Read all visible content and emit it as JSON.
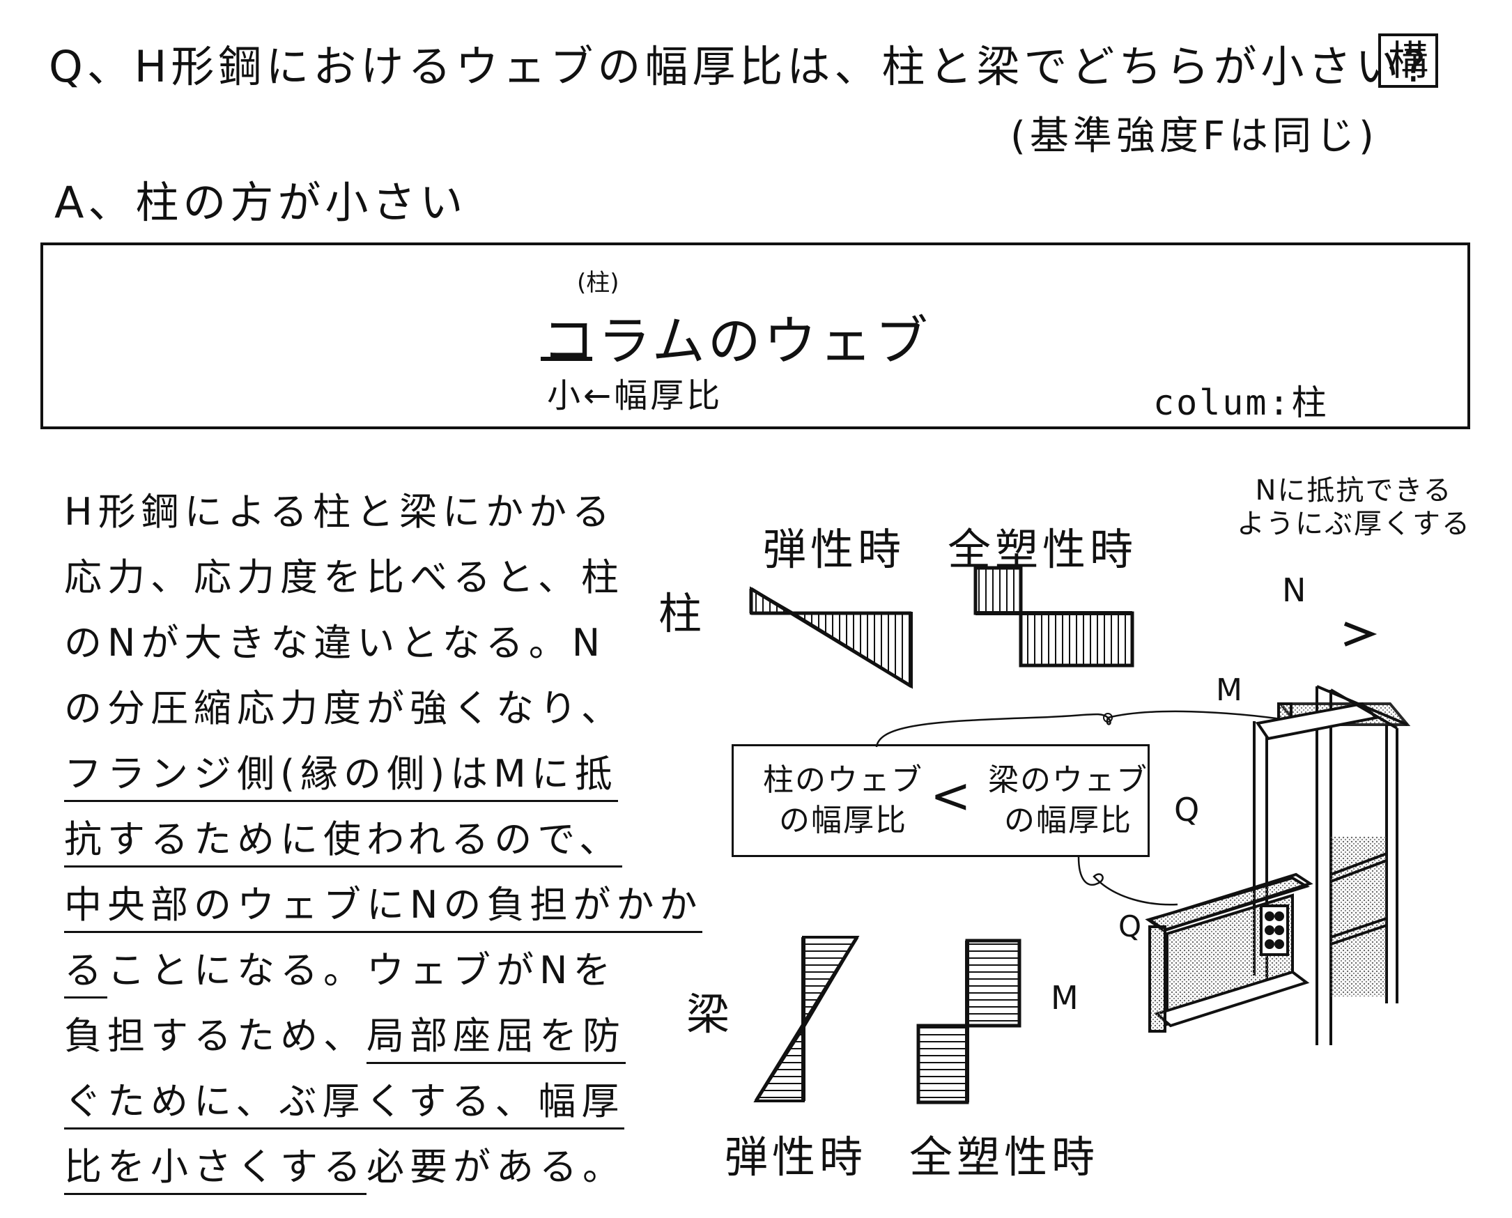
{
  "question": "Q、H形鋼におけるウェブの幅厚比は、柱と梁でどちらが小さい?",
  "category": "構",
  "condition": "(基準強度Fは同じ)",
  "answer": "A、柱の方が小さい",
  "mnemonic_box": {
    "ruby": "(柱)",
    "keyword": "コラムのウェブ",
    "mnemonic": "小←幅厚比",
    "note": "colum:柱"
  },
  "explanation_lines": [
    {
      "plain": "H形鋼による柱と梁にかかる",
      "under": "",
      "rest": ""
    },
    {
      "plain": "応力、応力度を比べると、柱",
      "under": "",
      "rest": ""
    },
    {
      "plain": "のNが大きな違いとなる。N",
      "under": "",
      "rest": ""
    },
    {
      "plain": "の分圧縮応力度が強くなり、",
      "under": "",
      "rest": ""
    },
    {
      "plain": "",
      "under": "フランジ側(縁の側)はMに抵",
      "rest": ""
    },
    {
      "plain": "",
      "under": "抗するために使われるので、",
      "rest": ""
    },
    {
      "plain": "",
      "under": "中央部のウェブにNの負担がかか",
      "rest": ""
    },
    {
      "plain": "",
      "under": "る",
      "rest": "ことになる。ウェブがNを"
    },
    {
      "plain": "負担するため、",
      "under": "局部座屈を防",
      "rest": ""
    },
    {
      "plain": "",
      "under": "ぐために、ぶ厚くする、幅厚",
      "rest": ""
    },
    {
      "plain": "",
      "under": "比を小さくする",
      "rest": "必要がある。"
    }
  ],
  "diagram": {
    "column_label": "柱",
    "beam_label": "梁",
    "elastic_label": "弾性時",
    "plastic_label": "全塑性時",
    "n_note": "Nに抵抗できる\nようにぶ厚くする",
    "label_N": "N",
    "label_M": "M",
    "label_Q": "Q",
    "compare_left": "柱のウェブ\nの幅厚比",
    "compare_op": "<",
    "compare_right": "梁のウェブ\nの幅厚比"
  }
}
